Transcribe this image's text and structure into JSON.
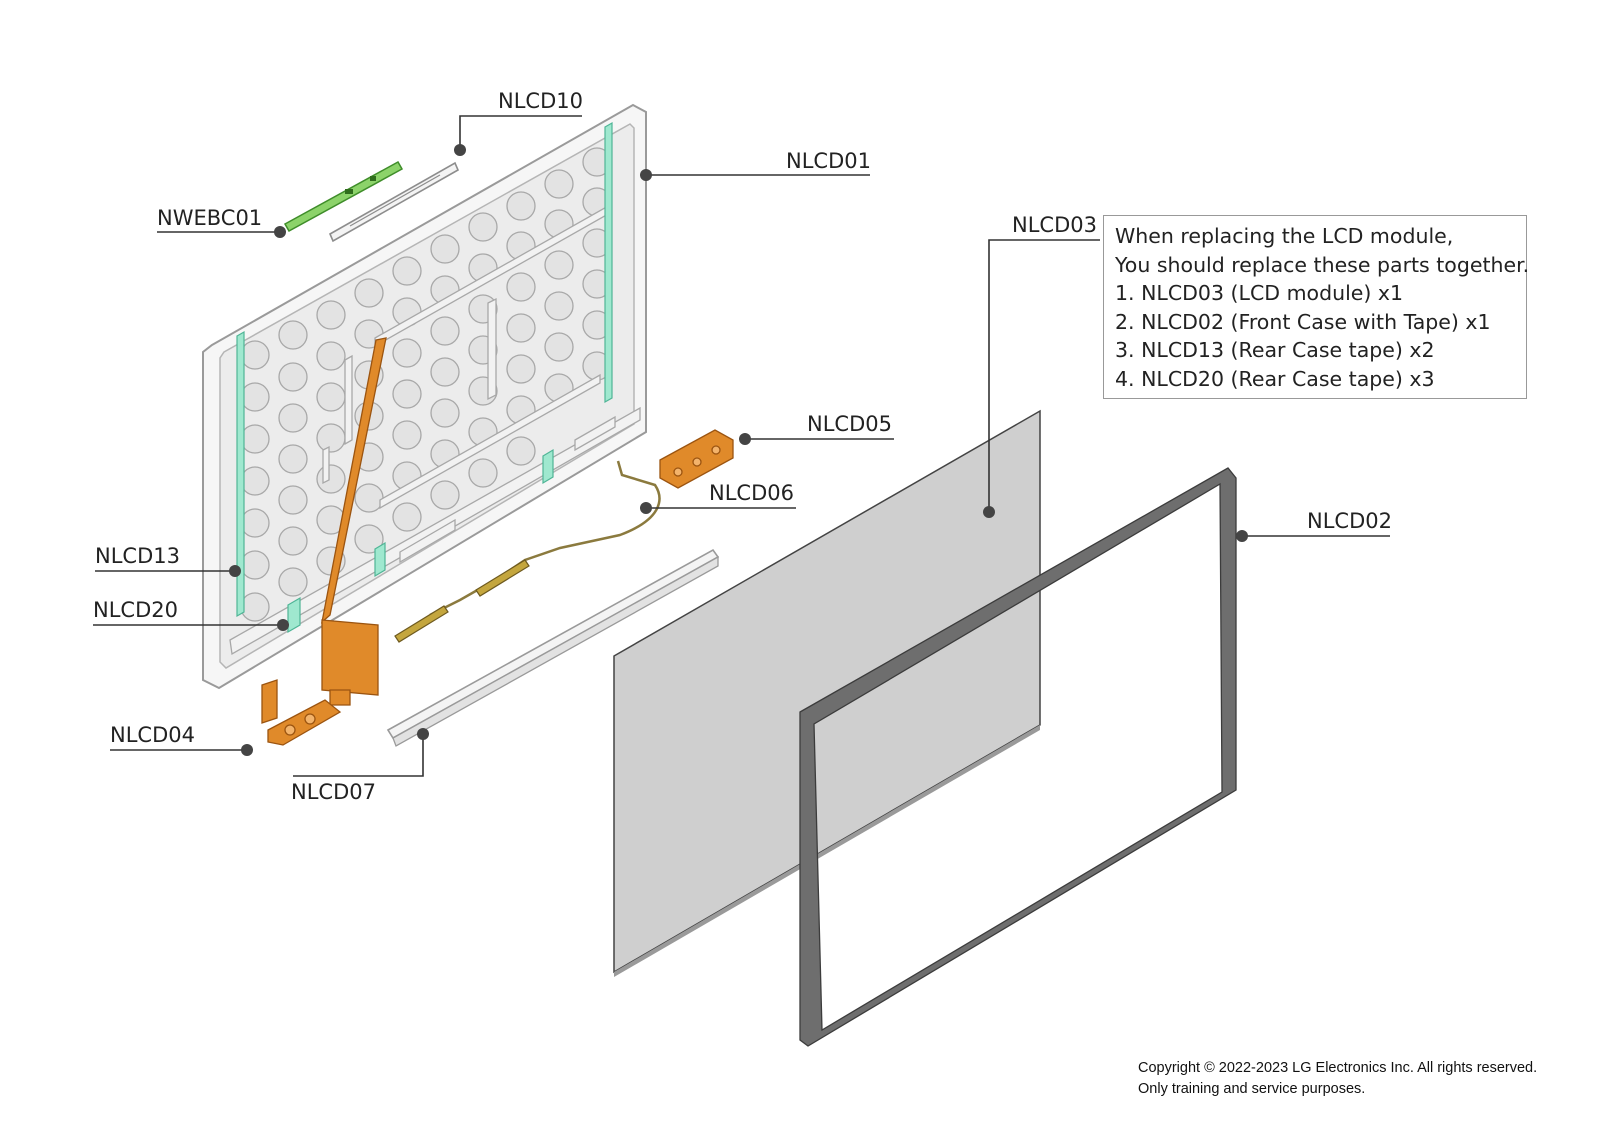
{
  "labels": {
    "nlcd10": "NLCD10",
    "nlcd01": "NLCD01",
    "nwebc01": "NWEBC01",
    "nlcd03": "NLCD03",
    "nlcd05": "NLCD05",
    "nlcd06": "NLCD06",
    "nlcd13": "NLCD13",
    "nlcd20": "NLCD20",
    "nlcd02": "NLCD02",
    "nlcd04": "NLCD04",
    "nlcd07": "NLCD07"
  },
  "note": {
    "line1": "When replacing the LCD module,",
    "line2": "You should replace these parts together.",
    "items": [
      "1. NLCD03 (LCD module) x1",
      "2. NLCD02 (Front Case with Tape) x1",
      "3. NLCD13 (Rear Case tape) x2",
      "4. NLCD20 (Rear Case tape) x3"
    ]
  },
  "copyright": {
    "line1": "Copyright © 2022-2023 LG Electronics Inc. All rights reserved.",
    "line2": "Only training and service purposes."
  },
  "colors": {
    "flex_cable": "#e08a2a",
    "tape": "#9fe8cf",
    "webcam_board": "#8cd36a",
    "panel": "#cfcfcf",
    "bezel": "#6e6e6e"
  }
}
